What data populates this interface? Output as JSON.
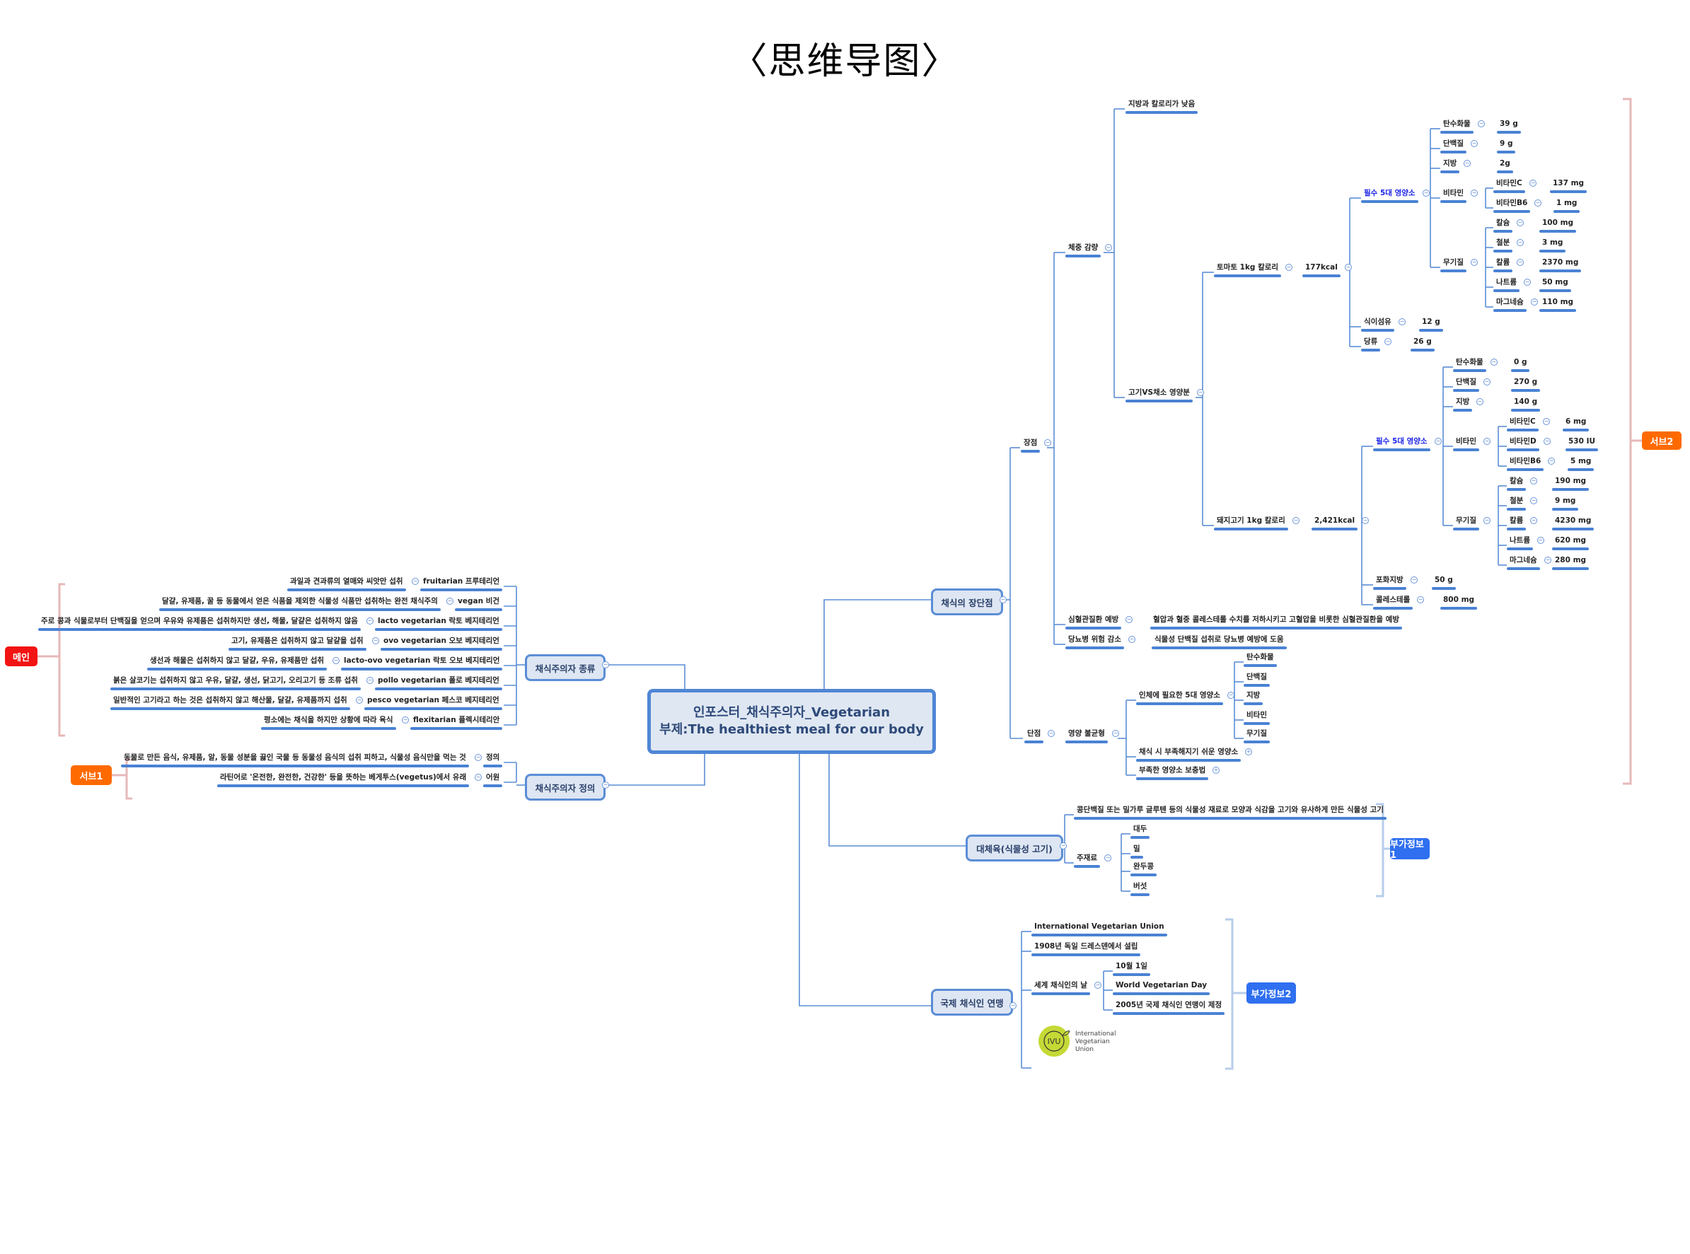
{
  "title": "〈思维导图〉",
  "root": {
    "line1": "인포스터_채식주의자_Vegetarian",
    "line2": "부제:The healthiest meal for our body"
  },
  "colors": {
    "line": "#4a82d4",
    "topic_fill": "#dde6f2",
    "topic_border": "#5b8dd6",
    "emphasis": "#1c24e8",
    "tag_red": "#f21313",
    "tag_orange": "#ff6a00",
    "tag_blue": "#2f6ff0",
    "bracket_pink": "#e7b8b8",
    "bracket_blue": "#b7cdea"
  },
  "tags": {
    "main": "메인",
    "sub1": "서브1",
    "sub2": "서브2",
    "info1": "부가정보1",
    "info2": "부가정보2"
  },
  "types": {
    "label": "채식주의자 종류",
    "items": [
      {
        "name": "fruitarian 프루테리언",
        "desc": "과일과 견과류의 열매와 씨앗만 섭취"
      },
      {
        "name": "vegan 비건",
        "desc": "달걀, 유제품, 꿀 등 동물에서 얻은 식품을 제외한 식물성 식품만 섭취하는 완전 채식주의"
      },
      {
        "name": "lacto vegetarian 락토 베지테리언",
        "desc": "주로 콩과 식물로부터 단백질을 얻으며 우유와 유제품은 섭취하지만 생선, 해물, 달걀은 섭취하지 않음"
      },
      {
        "name": "ovo vegetarian 오보 베지테리언",
        "desc": "고기, 유제품은 섭취하지 않고 달걀을 섭취"
      },
      {
        "name": "lacto-ovo vegetarian 락토 오보 베지테리언",
        "desc": "생선과 해물은 섭취하지 않고 달걀, 우유, 유제품만 섭취"
      },
      {
        "name": "pollo vegetarian 폴로 베지테리언",
        "desc": "붉은 살코기는 섭취하지 않고 우유, 달걀, 생선, 닭고기, 오리고기 등 조류 섭취"
      },
      {
        "name": "pesco vegetarian 페스코 베지테리언",
        "desc": "일반적인 고기라고 하는 것은 섭취하지 않고 해산물, 달걀, 유제품까지 섭취"
      },
      {
        "name": "flexitarian 플렉시테리안",
        "desc": "평소에는 채식을 하지만 상황에 따라 육식"
      }
    ]
  },
  "definition": {
    "label": "채식주의자 정의",
    "items": [
      {
        "name": "정의",
        "desc": "동물로 만든 음식, 유제품, 알, 동물 성분을 끓인 국물 등 동물성 음식의 섭취 피하고, 식물성 음식만을 먹는 것"
      },
      {
        "name": "어원",
        "desc": "라틴어로 '온전한, 완전한, 건강한' 등을 뜻하는 베게투스(vegetus)에서 유래"
      }
    ]
  },
  "proscons": {
    "label": "채식의 장단점",
    "pros": "장점",
    "weight": "체중 감량",
    "low_fat": "지방과 칼로리가 낮음",
    "compare": "고기VS채소 영양분",
    "tomato": {
      "label": "토마토 1kg 칼로리",
      "kcal": "177kcal",
      "five": "필수 5대 영양소",
      "carb": [
        "탄수화물",
        "39 g"
      ],
      "protein": [
        "단백질",
        "9 g"
      ],
      "fat": [
        "지방",
        "2g"
      ],
      "vitamin": "비타민",
      "vitc": [
        "비타민C",
        "137 mg"
      ],
      "vitb6": [
        "비타민B6",
        "1 mg"
      ],
      "mineral": "무기질",
      "ca": [
        "칼슘",
        "100 mg"
      ],
      "fe": [
        "철분",
        "3 mg"
      ],
      "k": [
        "칼륨",
        "2370 mg"
      ],
      "na": [
        "나트륨",
        "50 mg"
      ],
      "mg": [
        "마그네슘",
        "110 mg"
      ],
      "fiber": [
        "식이섬유",
        "12 g"
      ],
      "sugar": [
        "당류",
        "26 g"
      ]
    },
    "pork": {
      "label": "돼지고기 1kg 칼로리",
      "kcal": "2,421kcal",
      "five": "필수 5대 영양소",
      "carb": [
        "탄수화물",
        "0 g"
      ],
      "protein": [
        "단백질",
        "270 g"
      ],
      "fat": [
        "지방",
        "140 g"
      ],
      "vitamin": "비타민",
      "vitc": [
        "비타민C",
        "6 mg"
      ],
      "vitd": [
        "비타민D",
        "530 IU"
      ],
      "vitb6": [
        "비타민B6",
        "5 mg"
      ],
      "mineral": "무기질",
      "ca": [
        "칼슘",
        "190 mg"
      ],
      "fe": [
        "철분",
        "9 mg"
      ],
      "k": [
        "칼륨",
        "4230 mg"
      ],
      "na": [
        "나트륨",
        "620 mg"
      ],
      "mg": [
        "마그네슘",
        "280 mg"
      ],
      "satfat": [
        "포화지방",
        "50 g"
      ],
      "chol": [
        "콜레스테롤",
        "800 mg"
      ]
    },
    "cardio": [
      "심혈관질환 예방",
      "혈압과 혈중 콜레스테롤 수치를 저하시키고 고혈압을 비롯한 심혈관질환을 예방"
    ],
    "diabetes": [
      "당뇨병 위험 감소",
      "식물성 단백질 섭취로 당뇨병 예방에 도움"
    ],
    "cons": "단점",
    "imbalance": "영양 불균형",
    "needed": "인체에 필요한 5대 영양소",
    "needed_items": [
      "탄수화물",
      "단백질",
      "지방",
      "비타민",
      "무기질"
    ],
    "lacking": "채식 시 부족해지기 쉬운 영양소",
    "supplement": "부족한 영양소 보충법"
  },
  "meat_sub": {
    "label": "대체육(식물성 고기)",
    "desc": "콩단백질 또는 밀가루 글루텐 등의 식물성 재료로 모양과 식감을 고기와 유사하게 만든 식물성 고기",
    "main": "주재료",
    "items": [
      "대두",
      "밀",
      "완두콩",
      "버섯"
    ]
  },
  "ivu": {
    "label": "국제 채식인 연맹",
    "name": "International Vegetarian Union",
    "founded": "1908년 독일 드레스덴에서 설립",
    "day": "세계 채식인의 날",
    "day_items": [
      "10월 1일",
      "World Vegetarian Day",
      "2005년 국제 채식인 연맹이 제정"
    ],
    "logo_text": "IVU",
    "logo_caption": [
      "International",
      "Vegetarian",
      "Union"
    ]
  }
}
